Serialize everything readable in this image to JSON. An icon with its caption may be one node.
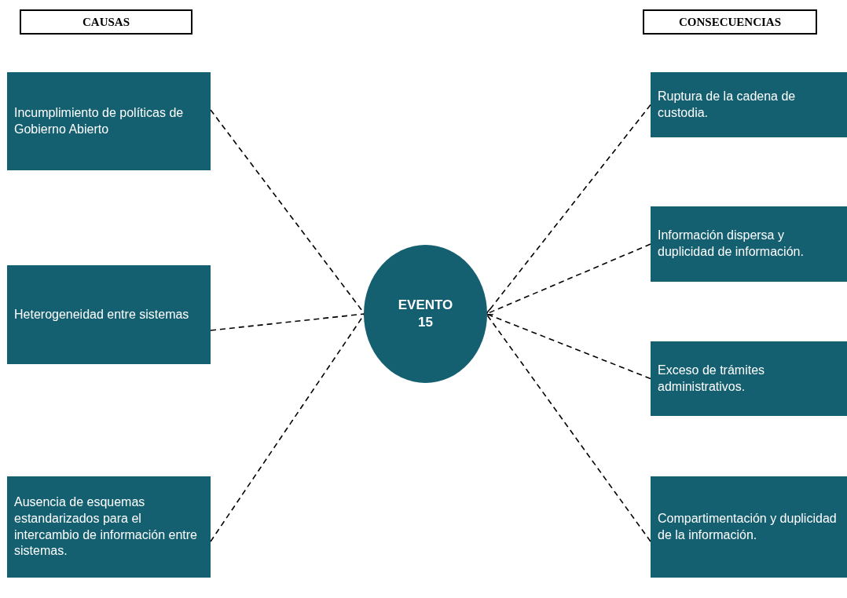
{
  "diagram": {
    "nodes": [
      {
        "text": [
          "CAUSAS"
        ]
      },
      {
        "text": [
          "CONSECUENCIAS"
        ]
      },
      {
        "text": [
          "Incumplimiento de políticas de Gobierno Abierto"
        ]
      },
      {
        "text": [
          "Heterogeneidad entre sistemas"
        ]
      },
      {
        "text": [
          "Ausencia de esquemas estandarizados para el intercambio de información entre sistemas."
        ]
      },
      {
        "text": [
          "EVENTO 15"
        ]
      },
      {
        "text": [
          "Ruptura de la cadena de custodia."
        ]
      },
      {
        "text": [
          "Información dispersa y duplicidad de información."
        ]
      },
      {
        "text": [
          "Exceso de trámites administrativos."
        ]
      },
      {
        "text": [
          "Compartimentación y duplicidad de la información."
        ]
      }
    ],
    "edges": [
      {
        "from": 2,
        "to": 5,
        "arrow": "none",
        "style": "dashed"
      },
      {
        "from": 3,
        "to": 5,
        "arrow": "none",
        "style": "dashed"
      },
      {
        "from": 4,
        "to": 5,
        "arrow": "none",
        "style": "dashed"
      },
      {
        "from": 6,
        "to": 5,
        "arrow": "none",
        "style": "dashed"
      },
      {
        "from": 7,
        "to": 5,
        "arrow": "to",
        "style": "dashed"
      },
      {
        "from": 8,
        "to": 5,
        "arrow": "none",
        "style": "dashed"
      },
      {
        "from": 9,
        "to": 5,
        "arrow": "none",
        "style": "dashed"
      }
    ]
  }
}
